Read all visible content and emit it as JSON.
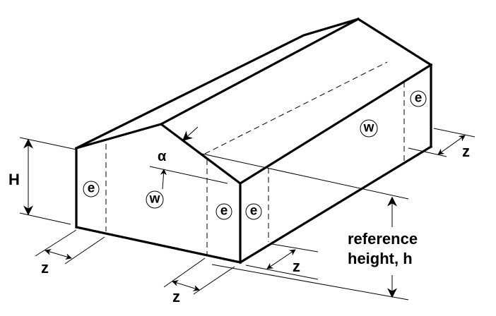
{
  "figure": {
    "description": "Isometric view of gable-roof building showing wind pressure zones",
    "labels": {
      "height": "H",
      "roof_angle": "α",
      "reference_height_line1": "reference",
      "reference_height_line2": "height, h",
      "edge_distance": "z"
    },
    "zones": {
      "edge": "e",
      "wall": "w"
    },
    "colors": {
      "line": "#000000",
      "background": "#ffffff"
    }
  }
}
